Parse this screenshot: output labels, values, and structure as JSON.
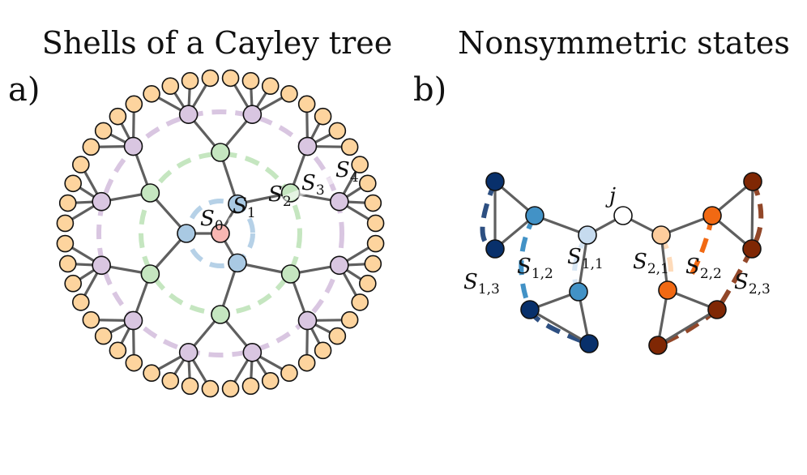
{
  "titles": {
    "left": "Shells of a Cayley tree",
    "right": "Nonsymmetric states"
  },
  "panels": {
    "a": "a)",
    "b": "b)"
  },
  "labels_a": [
    {
      "base": "S",
      "sub": "0"
    },
    {
      "base": "S",
      "sub": "1"
    },
    {
      "base": "S",
      "sub": "2"
    },
    {
      "base": "S",
      "sub": "3"
    },
    {
      "base": "S",
      "sub": "4"
    }
  ],
  "labels_b": {
    "j": "j",
    "left": [
      {
        "base": "S",
        "sub": "1,1"
      },
      {
        "base": "S",
        "sub": "1,2"
      },
      {
        "base": "S",
        "sub": "1,3"
      }
    ],
    "right": [
      {
        "base": "S",
        "sub": "2,1"
      },
      {
        "base": "S",
        "sub": "2,2"
      },
      {
        "base": "S",
        "sub": "2,3"
      }
    ]
  },
  "colors": {
    "shell0": "#f7b6b2",
    "shell1": "#a9c9e3",
    "shell2": "#c5e6c0",
    "shell3": "#d9c6e1",
    "shell4": "#fdd49e",
    "left_shells": [
      "#c6dbef",
      "#4292c6",
      "#08306b"
    ],
    "right_shells": [
      "#fdcc9c",
      "#f16913",
      "#7f2704"
    ]
  }
}
